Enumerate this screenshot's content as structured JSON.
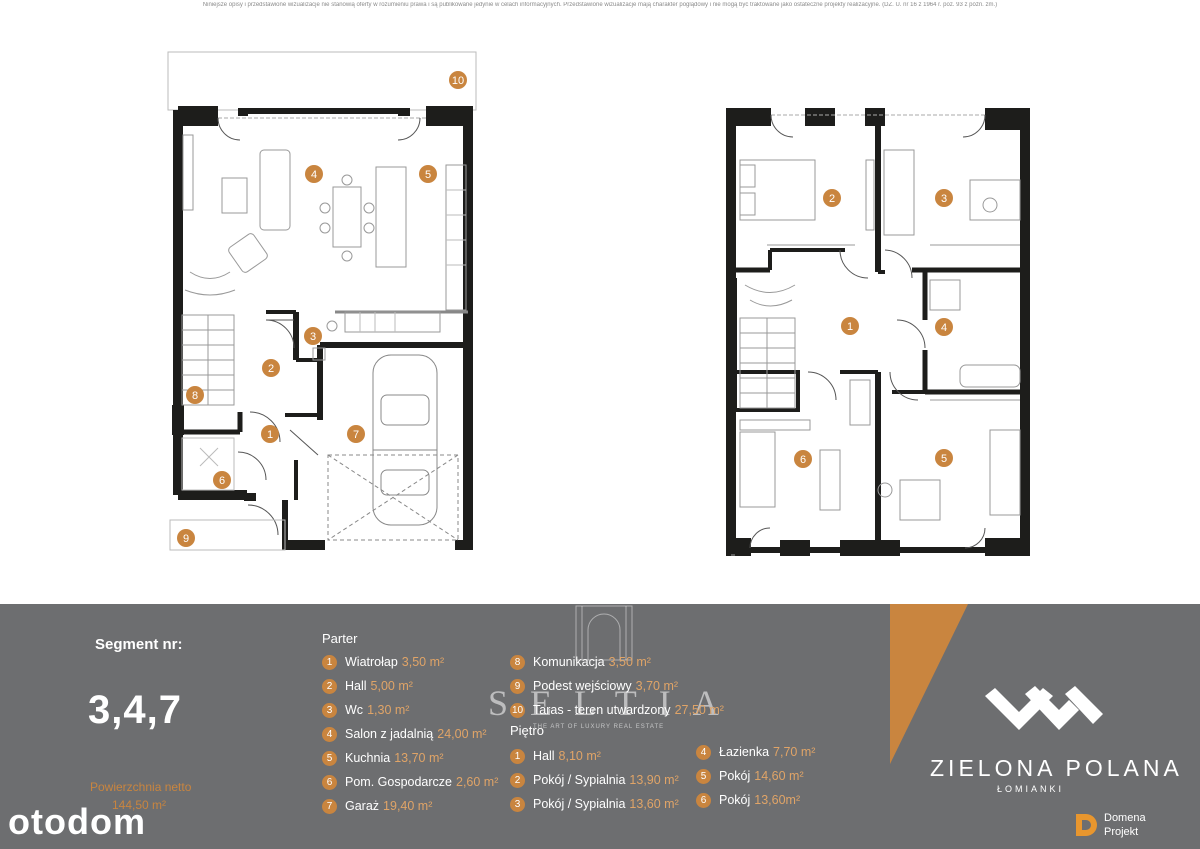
{
  "disclaimer": "Niniejsze opisy i przedstawione wizualizacje nie stanowią oferty w rozumieniu prawa i są publikowane jedynie w celach informacyjnych. Przedstawione wizualizacje mają charakter poglądowy i nie mogą być traktowane jako ostateczne projekty realizacyjne. (DZ. U. nr 16 z 1964 r. poz. 93 z późn. zm.)",
  "segment": {
    "title": "Segment  nr:",
    "number": "3,4,7"
  },
  "net_area": {
    "label": "Powierzchnia netto",
    "value": "144,50 m²"
  },
  "parter": {
    "heading": "Parter",
    "rooms": [
      {
        "num": "1",
        "name": "Wiatrołap",
        "area": "3,50 m²"
      },
      {
        "num": "2",
        "name": " Hall",
        "area": "5,00 m²"
      },
      {
        "num": "3",
        "name": "Wc",
        "area": "1,30 m²"
      },
      {
        "num": "4",
        "name": "Salon z jadalnią",
        "area": "24,00 m²"
      },
      {
        "num": "5",
        "name": "Kuchnia",
        "area": "13,70 m²"
      },
      {
        "num": "6",
        "name": "Pom. Gospodarcze",
        "area": "2,60 m²"
      },
      {
        "num": "7",
        "name": "Garaż",
        "area": "19,40 m²"
      },
      {
        "num": "8",
        "name": "Komunikacja",
        "area": "3,50 m²"
      },
      {
        "num": "9",
        "name": "Podest wejściowy",
        "area": "3,70 m²"
      },
      {
        "num": "10",
        "name": "Taras - teren utwardzony",
        "area": "27,50 m²"
      }
    ]
  },
  "pietro": {
    "heading": "Piętro",
    "rooms": [
      {
        "num": "1",
        "name": "Hall",
        "area": "8,10 m²"
      },
      {
        "num": "2",
        "name": "Pokój / Sypialnia",
        "area": "13,90 m²"
      },
      {
        "num": "3",
        "name": "Pokój / Sypialnia",
        "area": "13,60 m²"
      },
      {
        "num": "4",
        "name": "Łazienka",
        "area": "7,70 m²"
      },
      {
        "num": "5",
        "name": "Pokój",
        "area": "14,60 m²"
      },
      {
        "num": "6",
        "name": "Pokój",
        "area": "13,60m²"
      }
    ]
  },
  "watermark": {
    "name": "SELTIA",
    "tagline": "THE ART OF LUXURY REAL ESTATE"
  },
  "logo": {
    "name": "ZIELONA POLANA",
    "sub": "ŁOMIANKI"
  },
  "site_logo": "otodom",
  "designer": {
    "line1": "Domena",
    "line2": "Projekt"
  },
  "plan_labels": {
    "ground": [
      "1",
      "2",
      "3",
      "4",
      "5",
      "6",
      "7",
      "8",
      "9",
      "10"
    ],
    "upper": [
      "1",
      "2",
      "3",
      "4",
      "5",
      "6"
    ]
  },
  "colors": {
    "accent": "#c9853f",
    "footer": "#6d6e70",
    "wall": "#1d1d1b"
  }
}
